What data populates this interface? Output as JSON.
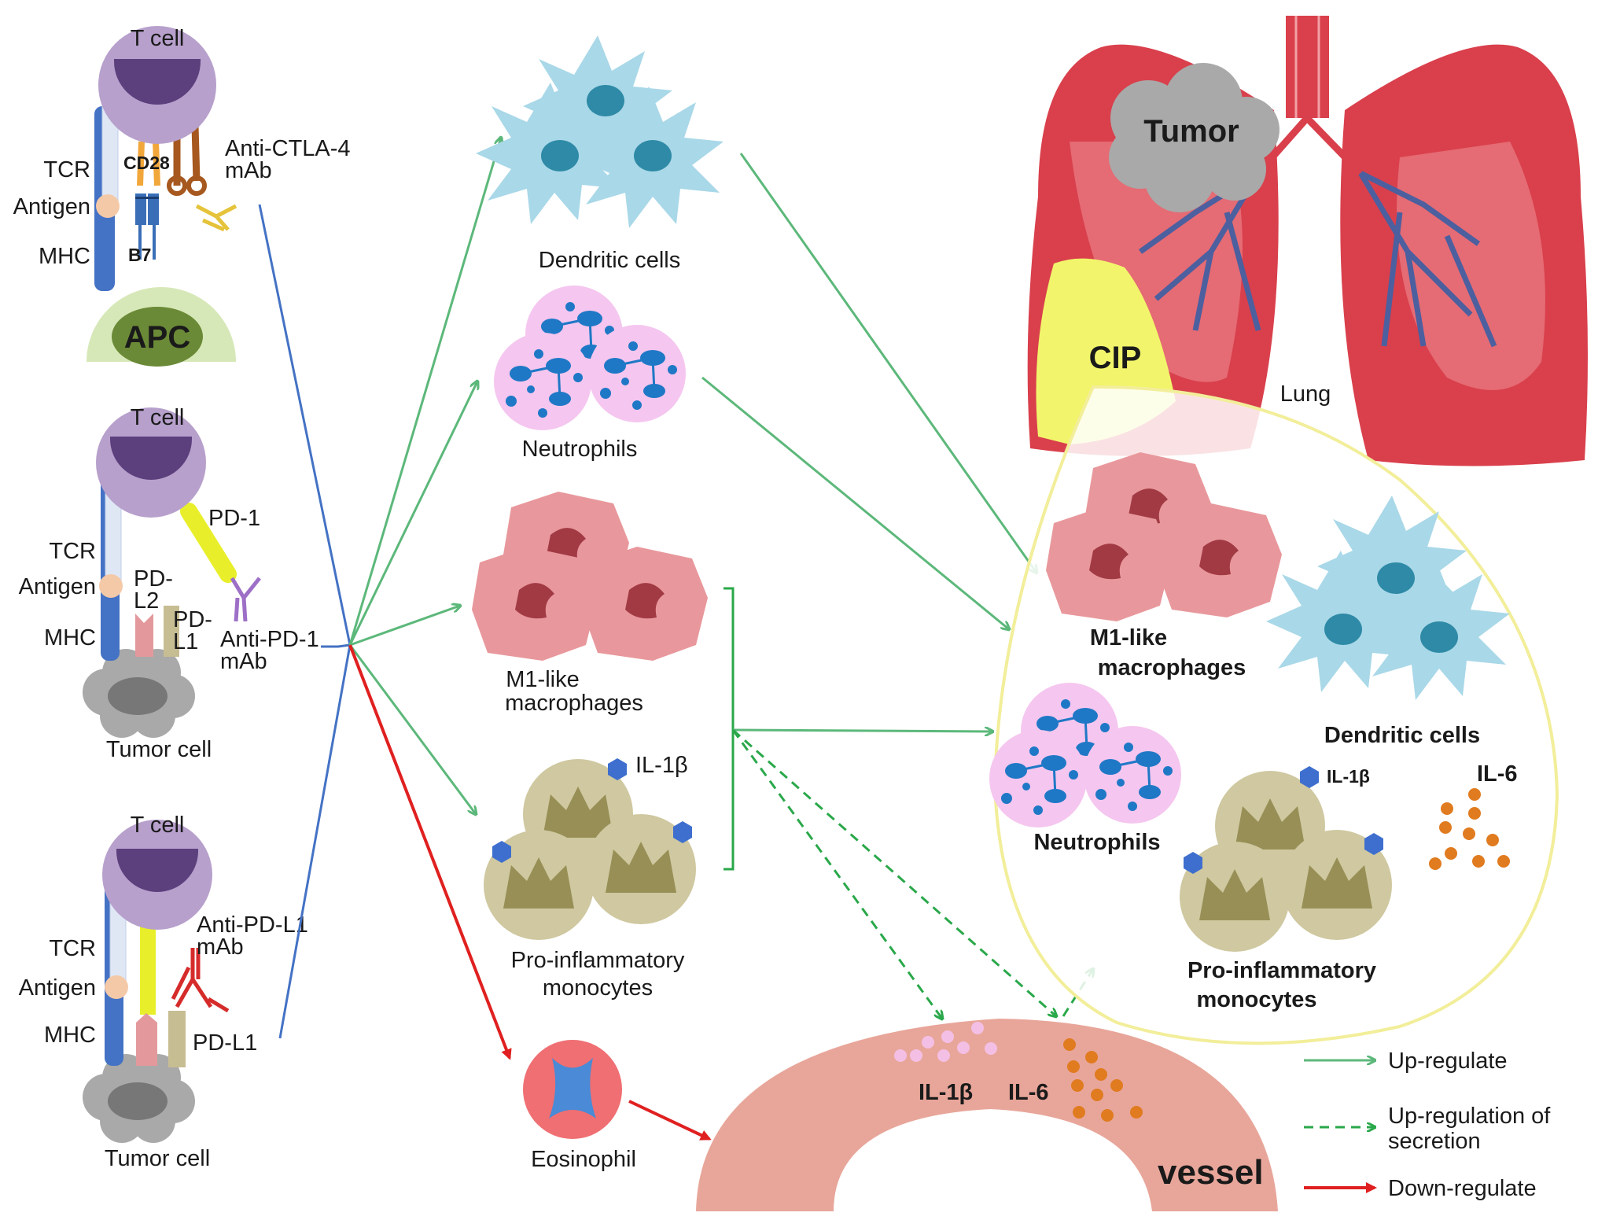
{
  "colors": {
    "up": "#5cb87a",
    "down": "#e02020",
    "blue_line": "#4472c4",
    "tcell": "#b7a0cc",
    "tcell_nucleus": "#5c3f7d",
    "apc": "#d7e8b8",
    "apc_nucleus": "#6b8a37",
    "lung": "#d9404c",
    "lung_light": "#f3a0a6",
    "cip": "#f2f56b",
    "inset_border": "#f2ee9a",
    "dendritic": "#a9d8e8",
    "dendritic_nucleus": "#2e8aa6",
    "neutrophil": "#f5c6ef",
    "neutrophil_granule": "#1f78c6",
    "macrophage": "#e8989c",
    "macrophage_nucleus": "#a23a44",
    "monocyte": "#cfc8a0",
    "monocyte_nucleus": "#978f56",
    "il1b_hexagon": "#3e6fcf",
    "il6_dot": "#e07b1f",
    "il1b_dot": "#f4bfe4",
    "vessel": "#e8a69a",
    "eosinophil": "#ef6f73",
    "tumor_cloud": "#a9a9a9"
  },
  "panel1": {
    "t_cell": "T cell",
    "tcr": "TCR",
    "antigen": "Antigen",
    "mhc": "MHC",
    "cd28": "CD28",
    "b7": "B7",
    "apc": "APC",
    "antibody_line1": "Anti-CTLA-4",
    "antibody_line2": "mAb"
  },
  "panel2": {
    "t_cell": "T cell",
    "tcr": "TCR",
    "antigen": "Antigen",
    "mhc": "MHC",
    "pd1": "PD-1",
    "pdl2_line1": "PD-",
    "pdl2_line2": "L2",
    "pdl1_line1": "PD-",
    "pdl1_line2": "L1",
    "antibody_line1": "Anti-PD-1",
    "antibody_line2": "mAb",
    "tumor_cell": "Tumor cell"
  },
  "panel3": {
    "t_cell": "T cell",
    "tcr": "TCR",
    "antigen": "Antigen",
    "mhc": "MHC",
    "pdl1": "PD-L1",
    "antibody_line1": "Anti-PD-L1",
    "antibody_line2": "mAb",
    "tumor_cell": "Tumor cell"
  },
  "middle": {
    "dendritic": "Dendritic cells",
    "neutrophils": "Neutrophils",
    "macrophages_line1": "M1-like",
    "macrophages_line2": "macrophages",
    "il1b": "IL-1β",
    "monocytes_line1": "Pro-inflammatory",
    "monocytes_line2": "monocytes",
    "eosinophil": "Eosinophil"
  },
  "lung": {
    "tumor": "Tumor",
    "cip": "CIP",
    "lung": "Lung"
  },
  "inset": {
    "macrophages_line1": "M1-like",
    "macrophages_line2": "macrophages",
    "dendritic": "Dendritic cells",
    "neutrophils": "Neutrophils",
    "il1b": "IL-1β",
    "il6": "IL-6",
    "monocytes_line1": "Pro-inflammatory",
    "monocytes_line2": "monocytes"
  },
  "vessel": {
    "il1b": "IL-1β",
    "il6": "IL-6",
    "label": "vessel"
  },
  "legend": {
    "up": "Up-regulate",
    "secretion_line1": "Up-regulation of",
    "secretion_line2": "secretion",
    "down": "Down-regulate"
  }
}
